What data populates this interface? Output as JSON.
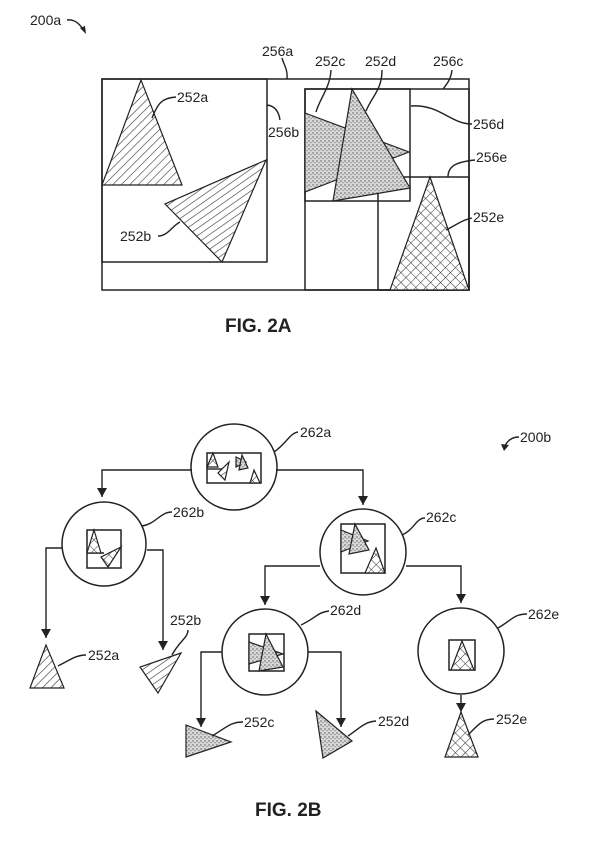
{
  "figure_a": {
    "ref": "200a",
    "caption": "FIG. 2A",
    "triangles": {
      "a": "252a",
      "b": "252b",
      "c": "252c",
      "d": "252d",
      "e": "252e"
    },
    "boxes": {
      "a": "256a",
      "b": "256b",
      "c": "256c",
      "d": "256d",
      "e": "256e"
    }
  },
  "figure_b": {
    "ref": "200b",
    "caption": "FIG. 2B",
    "nodes": {
      "a": "262a",
      "b": "262b",
      "c": "262c",
      "d": "262d",
      "e": "262e"
    },
    "leaves": {
      "a": "252a",
      "b": "252b",
      "c": "252c",
      "d": "252d",
      "e": "252e"
    }
  },
  "patterns": {
    "diagonal_hatch": "252a",
    "horizontal_hatch": "252b",
    "stipple": [
      "252c",
      "252d"
    ],
    "crosshatch": "252e"
  }
}
